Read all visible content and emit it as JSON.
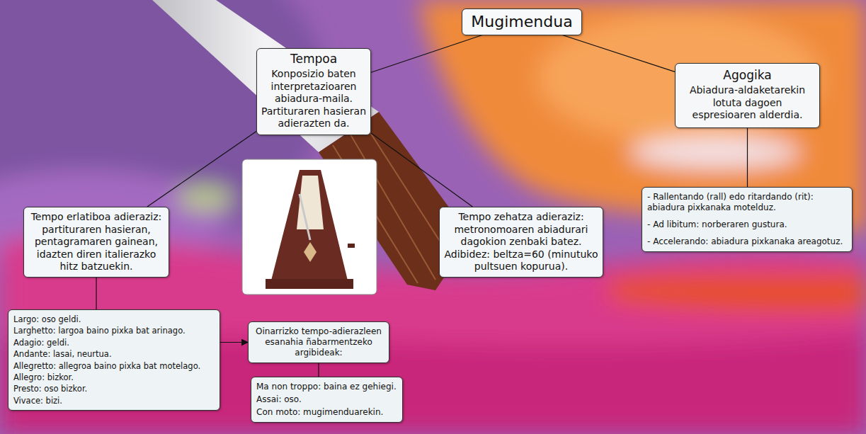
{
  "diagram": {
    "nodes": [
      {
        "text": [
          "Mugimendua"
        ]
      },
      {
        "text": [
          "Tempoa",
          "Konposizio baten interpretazioaren abiadura-maila. Partituraren hasieran adierazten da."
        ]
      },
      {
        "text": [
          "Agogika",
          "Abiadura-aldaketarekin lotuta dagoen espresioaren alderdia."
        ]
      },
      {
        "text": [
          "Tempo erlatiboa adieraziz: partituraren hasieran, pentagramaren gainean, idazten diren italierazko hitz batzuekin."
        ]
      },
      {
        "text": [
          "Tempo zehatza adieraziz: metronomoaren abiadurari dagokion zenbaki batez.",
          "Adibidez: beltza=60 (minutuko pultsuen kopurua)."
        ]
      },
      {
        "text": [
          "- Rallentando (rall) edo ritardando (rit): abiadura pixkanaka motelduz.",
          "- Ad libitum: norberaren gustura.",
          "- Accelerando: abiadura pixkanaka areagotuz."
        ]
      },
      {
        "text": [
          "Largo: oso geldi.",
          "Larghetto: largoa baino pixka bat arinago.",
          "Adagio: geldi.",
          "Andante: lasai, neurtua.",
          "Allegretto: allegroa baino pixka bat motelago.",
          "Allegro: bizkor.",
          "Presto: oso bizkor.",
          "Vivace: bizi."
        ]
      },
      {
        "text": [
          "Oinarrizko tempo-adierazleen esanahia ñabarmentzeko argibideak:"
        ]
      },
      {
        "text": [
          "Ma non troppo: baina ez gehiegi.",
          "Assai: oso.",
          "Con moto: mugimenduarekin."
        ]
      }
    ],
    "edges": [
      {
        "from": 0,
        "to": 1,
        "arrow": "none"
      },
      {
        "from": 0,
        "to": 2,
        "arrow": "none"
      },
      {
        "from": 1,
        "to": 3,
        "arrow": "none"
      },
      {
        "from": 1,
        "to": 4,
        "arrow": "none"
      },
      {
        "from": 2,
        "to": 5,
        "arrow": "none"
      },
      {
        "from": 3,
        "to": 6,
        "arrow": "none"
      },
      {
        "from": 6,
        "to": 7,
        "arrow": "to"
      },
      {
        "from": 7,
        "to": 8,
        "arrow": "none"
      }
    ]
  }
}
